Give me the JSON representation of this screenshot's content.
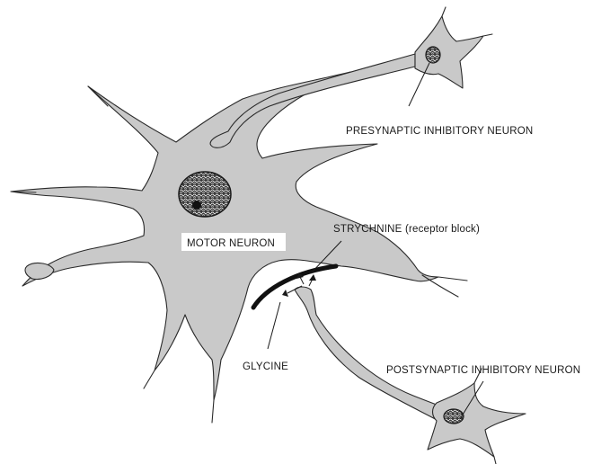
{
  "labels": {
    "presynaptic": "PRESYNAPTIC INHIBITORY NEURON",
    "motor": "MOTOR NEURON",
    "strychnine": "STRYCHNINE (receptor block)",
    "glycine": "GLYCINE",
    "postsynaptic": "POSTSYNAPTIC INHIBITORY NEURON"
  }
}
